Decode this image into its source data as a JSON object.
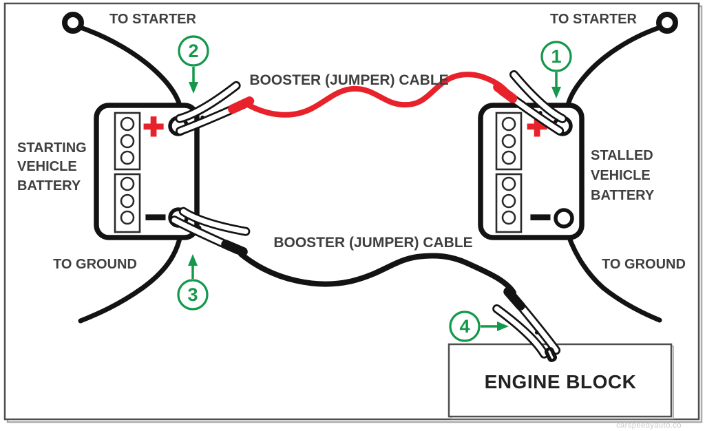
{
  "palette": {
    "green": "#14984b",
    "red": "#e8222b",
    "line": "#131313",
    "ink": "#3f3f3f",
    "inkdark": "#222222",
    "border": "#4f4f4f",
    "shadow": "#ababab",
    "watermark": "#c8c8c8"
  },
  "labels": {
    "to_starter_left": "TO STARTER",
    "to_starter_right": "TO STARTER",
    "to_ground_left": "TO GROUND",
    "to_ground_right": "TO GROUND",
    "booster_cable_top": "BOOSTER (JUMPER) CABLE",
    "booster_cable_bottom": "BOOSTER (JUMPER) CABLE",
    "engine_block": "ENGINE BLOCK"
  },
  "left_battery": {
    "name_lines": [
      "STARTING",
      "VEHICLE",
      "BATTERY"
    ],
    "positive_symbol": "+",
    "negative_symbol": "−"
  },
  "right_battery": {
    "name_lines": [
      "STALLED",
      "VEHICLE",
      "BATTERY"
    ],
    "positive_symbol": "+",
    "negative_symbol": "−"
  },
  "steps": [
    "1",
    "2",
    "3",
    "4"
  ],
  "watermark": "carspeedyauto.co"
}
